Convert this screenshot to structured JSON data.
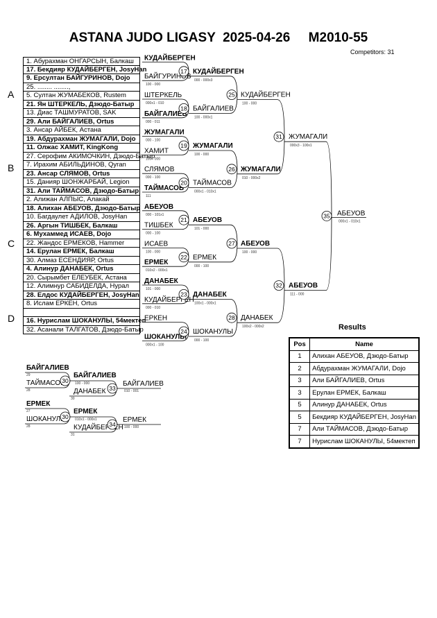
{
  "header": {
    "title": "ASTANA JUDO LIGASY  2025-04-26     M2010-55",
    "competitors": "Competitors: 31"
  },
  "pools": [
    "A",
    "B",
    "C",
    "D"
  ],
  "participants": [
    "1. Абурахман ОНГАРСЫН, Балкаш",
    "17. Бекдияр КУДАЙБЕРГЕН, JosyHan",
    "9. Ерсултан БАЙГУРИНОВ, Dojo",
    "25. ........ ........,",
    "5. Султан ЖУМАБЕКОВ, Rustem",
    "21. Ян ШТЕРКЕЛЬ, Дзюдо-Батыр",
    "13. Диас ТАШМУРАТОВ, SAK",
    "29. Али БАЙГАЛИЕВ, Ortus",
    "3. Ансар АЙБЕК, Астана",
    "19. Абдурахман ЖУМАГАЛИ, Dojo",
    "11. Олжас ХАМИТ, KingKong",
    "27. Серофим АКИМОЧКИН, Дзюдо-Батыр",
    "7. Ирахим АБИЛЬДИНОВ, Qyran",
    "23. Ансар СЛЯМОВ, Ortus",
    "15. Данияр ШОНЖАРБАЙ, Legion",
    "31. Али ТАЙМАСОВ, Дзюдо-Батыр",
    "2. Алижан АЛПЫС, Алакай",
    "18. Алихан АБЕУОВ, Дзюдо-Батыр",
    "10. Багдаулет АДИЛОВ, JosyHan",
    "26. Аргын ТИШБЕК, Балкаш",
    "6. Мухаммед ИСАЕВ, Dojo",
    "22. Жандос ЕРМЕКОВ, Hammer",
    "14. Ерулан ЕРМЕК, Балкаш",
    "30. Алмаз ЕСЕНДИЯР, Ortus",
    "4. Алинур ДАНАБЕК, Ortus",
    "20. Сырымбет ЕЛЕУБЕК, Астана",
    "12. Алимнур САБИДЕЛДА, Нурал",
    "28. Елдос КУДАЙБЕРГЕН, JosyHan",
    "8. Ислам ЕРКЕН, Ortus",
    "",
    "16. Нурислам ШОКАНУЛЫ, 54мектеп",
    "32. Асанали ТАЛГАТОВ, Дзюдо-Батыр"
  ],
  "round1": [
    {
      "name": "КУДАЙБЕРГЕН",
      "score": "",
      "bold": true
    },
    {
      "name": "БАЙГУРИНОВ",
      "score": "100 - 000",
      "bold": false
    },
    {
      "name": "ШТЕРКЕЛЬ",
      "score": "000x1 - 010",
      "bold": false
    },
    {
      "name": "БАЙГАЛИЕВ",
      "score": "000 - 011",
      "bold": true
    },
    {
      "name": "ЖУМАГАЛИ",
      "score": "000 - 100",
      "bold": true
    },
    {
      "name": "ХАМИТ",
      "score": "100 - 000",
      "bold": false
    },
    {
      "name": "СЛЯМОВ",
      "score": "000 - 100",
      "bold": false
    },
    {
      "name": "ТАЙМАСОВ",
      "score": "111",
      "bold": true
    },
    {
      "name": "АБЕУОВ",
      "score": "000 - 101x1",
      "bold": true
    },
    {
      "name": "ТИШБЕК",
      "score": "000 - 100",
      "bold": false
    },
    {
      "name": "ИСАЕВ",
      "score": "100 - 000",
      "bold": false
    },
    {
      "name": "ЕРМЕК",
      "score": "010x2 - 000x1",
      "bold": true
    },
    {
      "name": "ДАНАБЕК",
      "score": "101 - 000",
      "bold": true
    },
    {
      "name": "КУДАЙБЕРГЕН",
      "score": "000 - 010",
      "bold": false
    },
    {
      "name": "ЕРКЕН",
      "score": "",
      "bold": false
    },
    {
      "name": "ШОКАНУЛЫ",
      "score": "000x1 - 100",
      "bold": true
    }
  ],
  "round2": [
    {
      "num": "17",
      "name": "КУДАЙБЕРГЕН",
      "score": "000 - 000x3",
      "bold": true
    },
    {
      "num": "18",
      "name": "БАЙГАЛИЕВ",
      "score": "100 - 000x1",
      "bold": false
    },
    {
      "num": "19",
      "name": "ЖУМАГАЛИ",
      "score": "100 - 000",
      "bold": true
    },
    {
      "num": "20",
      "name": "ТАЙМАСОВ",
      "score": "000x1 - 010x1",
      "bold": false
    },
    {
      "num": "21",
      "name": "АБЕУОВ",
      "score": "101 - 000",
      "bold": true
    },
    {
      "num": "22",
      "name": "ЕРМЕК",
      "score": "000 - 100",
      "bold": false
    },
    {
      "num": "23",
      "name": "ДАНАБЕК",
      "score": "100x1 - 000x1",
      "bold": true
    },
    {
      "num": "24",
      "name": "ШОКАНУЛЫ",
      "score": "000 - 100",
      "bold": false
    }
  ],
  "round3": [
    {
      "num": "25",
      "name": "КУДАЙБЕРГЕН",
      "score": "100 - 000",
      "bold": false
    },
    {
      "num": "26",
      "name": "ЖУМАГАЛИ",
      "score": "010 - 000x2",
      "bold": true
    },
    {
      "num": "27",
      "name": "АБЕУОВ",
      "score": "100 - 000",
      "bold": true
    },
    {
      "num": "28",
      "name": "ДАНАБЕК",
      "score": "100x2 - 000x2",
      "bold": false
    }
  ],
  "round4": [
    {
      "num": "31",
      "name": "ЖУМАГАЛИ",
      "score": "000x3 - 100x1",
      "bold": false
    },
    {
      "num": "32",
      "name": "АБЕУОВ",
      "score": "111 - 000",
      "bold": true
    }
  ],
  "final": {
    "num": "35",
    "name": "АБЕУОВ",
    "score": "000x1 - 010x1"
  },
  "repechage": [
    {
      "top": "БАЙГАЛИЕВ",
      "topnum": "29",
      "bottom": "ТАЙМАСОВ",
      "botnum": "28",
      "match": "30",
      "winner": "БАЙГАЛИЕВ",
      "wscore": "100 - 000",
      "other": "ДАНАБЕК",
      "othnum": "30",
      "match2": "33",
      "final": "БАЙГАЛИЕВ",
      "fscore": "010 - 001"
    },
    {
      "top": "ЕРМЕК",
      "topnum": "27",
      "bottom": "ШОКАНУЛЫ",
      "botnum": "28",
      "match": "30",
      "winner": "ЕРМЕК",
      "wscore": "010x1 - 000x1",
      "other": "КУДАЙБЕРГЕН",
      "othnum": "31",
      "match2": "34",
      "final": "ЕРМЕК",
      "fscore": "100 - 000"
    }
  ],
  "results": {
    "title": "Results",
    "headers": [
      "Pos",
      "Name"
    ],
    "rows": [
      {
        "pos": "1",
        "name": "Алихан АБЕУОВ, Дзюдо-Батыр"
      },
      {
        "pos": "2",
        "name": "Абдурахман ЖУМАГАЛИ, Dojo"
      },
      {
        "pos": "3",
        "name": "Али БАЙГАЛИЕВ, Ortus"
      },
      {
        "pos": "3",
        "name": "Ерулан ЕРМЕК, Балкаш"
      },
      {
        "pos": "5",
        "name": "Алинур ДАНАБЕК, Ortus"
      },
      {
        "pos": "5",
        "name": "Бекдияр КУДАЙБЕРГЕН, JosyHan"
      },
      {
        "pos": "7",
        "name": "Али ТАЙМАСОВ, Дзюдо-Батыр"
      },
      {
        "pos": "7",
        "name": "Нурислам ШОКАНУЛЫ, 54мектеп"
      }
    ]
  }
}
